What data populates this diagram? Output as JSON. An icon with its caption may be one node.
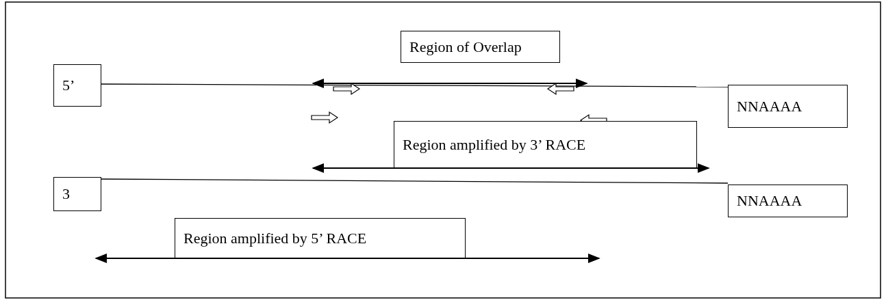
{
  "diagram": {
    "nodes": [
      {
        "text": [
          "Region of Overlap"
        ]
      },
      {
        "text": [
          "5’"
        ]
      },
      {
        "text": [
          "NNAAAA"
        ]
      },
      {
        "text": [
          "Region amplified by 3’ RACE"
        ]
      },
      {
        "text": [
          "3"
        ]
      },
      {
        "text": [
          "NNAAAA"
        ]
      },
      {
        "text": [
          "Region amplified by 5’ RACE"
        ]
      }
    ],
    "edges": [
      {
        "from": 1,
        "to": 2,
        "arrow": "none"
      },
      {
        "from": 4,
        "to": 5,
        "arrow": "none"
      }
    ]
  }
}
